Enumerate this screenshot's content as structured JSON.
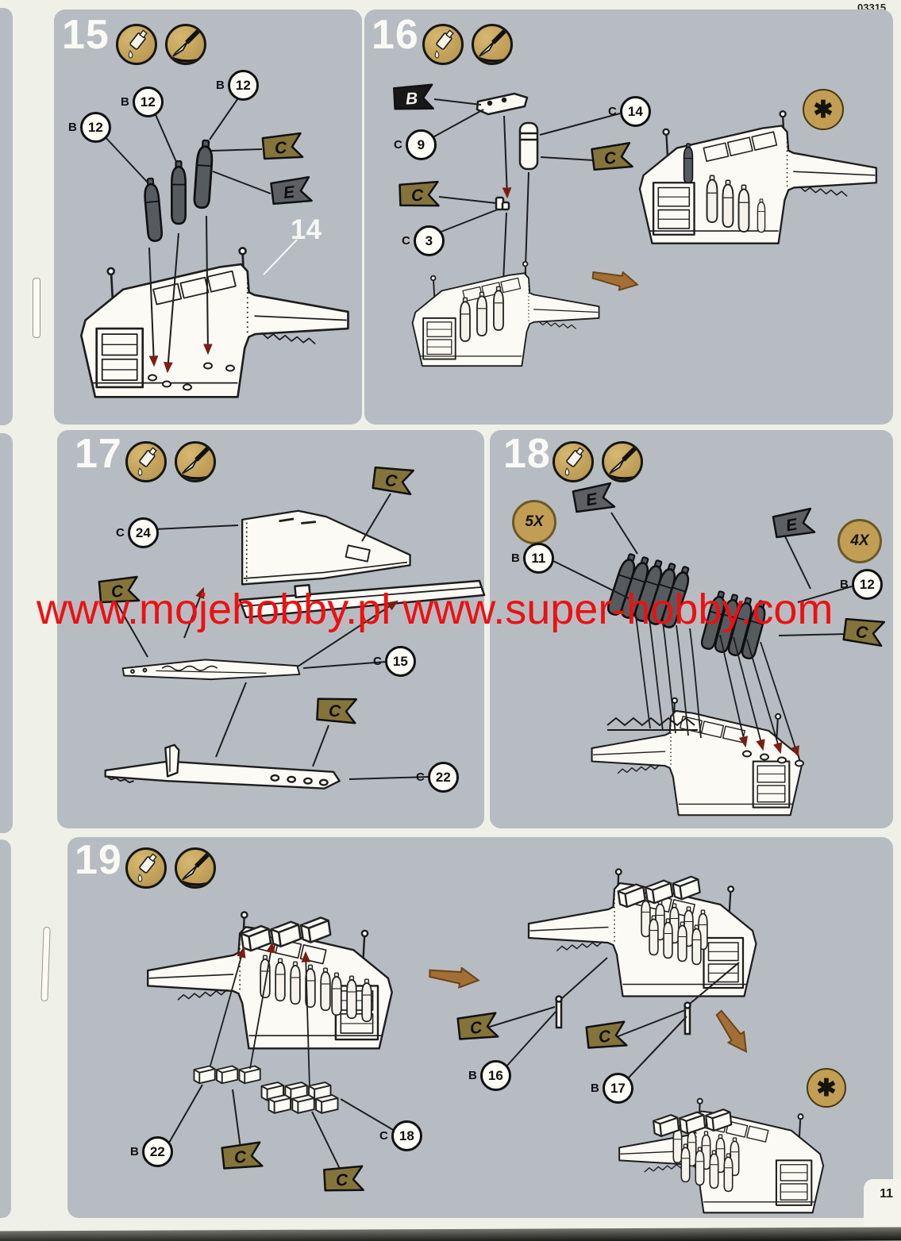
{
  "page": {
    "kit_number": "03315",
    "page_number": "11",
    "watermark": "www.mojehobby.pl www.super-hobby.com"
  },
  "colors": {
    "panel_gray": "#b7bcc3",
    "flag_c": "#85743a",
    "flag_e": "#5c6065",
    "flag_b": "#181818",
    "badge_gold": "#c29e54",
    "watermark_red": "#ee1010",
    "arrow_red": "#7a1d14",
    "arrow_brown": "#a46f36"
  },
  "symbols": {
    "asterisk": "✱"
  },
  "icons": {
    "glue": "glue-bottle-icon",
    "paint": "paintbrush-icon"
  },
  "steps": {
    "s15": {
      "number": "15",
      "ref_label": "14",
      "callouts": [
        {
          "prefix": "B",
          "num": "12"
        },
        {
          "prefix": "B",
          "num": "12"
        },
        {
          "prefix": "B",
          "num": "12"
        }
      ],
      "flags": [
        "C",
        "E"
      ]
    },
    "s16": {
      "number": "16",
      "callouts": [
        {
          "prefix": "C",
          "num": "9"
        },
        {
          "prefix": "C",
          "num": "14"
        },
        {
          "prefix": "C",
          "num": "3"
        }
      ],
      "flags": [
        "B",
        "C",
        "C"
      ]
    },
    "s17": {
      "number": "17",
      "callouts": [
        {
          "prefix": "C",
          "num": "24"
        },
        {
          "prefix": "C",
          "num": "15"
        },
        {
          "prefix": "C",
          "num": "22"
        }
      ],
      "flags": [
        "C",
        "C",
        "C"
      ]
    },
    "s18": {
      "number": "18",
      "callouts": [
        {
          "prefix": "B",
          "num": "11"
        },
        {
          "prefix": "B",
          "num": "12"
        }
      ],
      "flags": [
        "E",
        "E",
        "C"
      ],
      "badges": [
        "5X",
        "4X"
      ]
    },
    "s19": {
      "number": "19",
      "callouts": [
        {
          "prefix": "B",
          "num": "22"
        },
        {
          "prefix": "C",
          "num": "18"
        },
        {
          "prefix": "B",
          "num": "16"
        },
        {
          "prefix": "B",
          "num": "17"
        }
      ],
      "flags": [
        "C",
        "C",
        "C",
        "C"
      ]
    }
  }
}
